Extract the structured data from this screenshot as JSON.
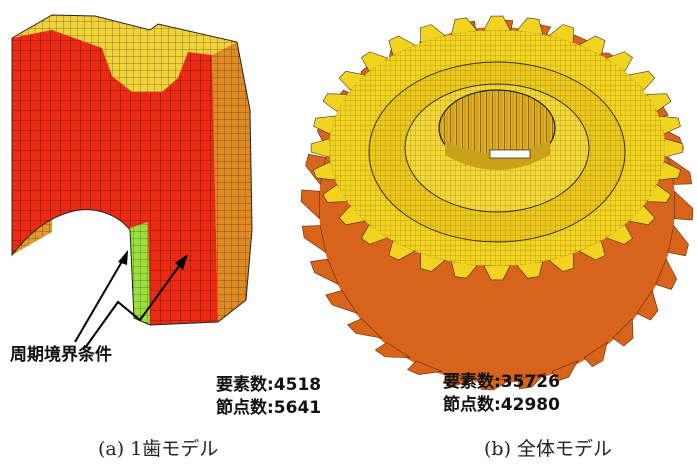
{
  "left_model": {
    "annotation": "周期境界条件",
    "elements_label": "要素数:4518",
    "nodes_label": "節点数:5641",
    "caption": "(a) 1歯モデル"
  },
  "right_model": {
    "elements_label": "要素数:35726",
    "nodes_label": "節点数:42980",
    "caption": "(b) 全体モデル"
  },
  "colors": {
    "mesh_red": "#ee2a12",
    "mesh_side_orange": "#e39a2a",
    "mesh_top_yellow": "#f1d23a",
    "boundary_green": "#9be03a",
    "gear_yellow": "#f2d320",
    "gear_orange": "#d8641c"
  }
}
